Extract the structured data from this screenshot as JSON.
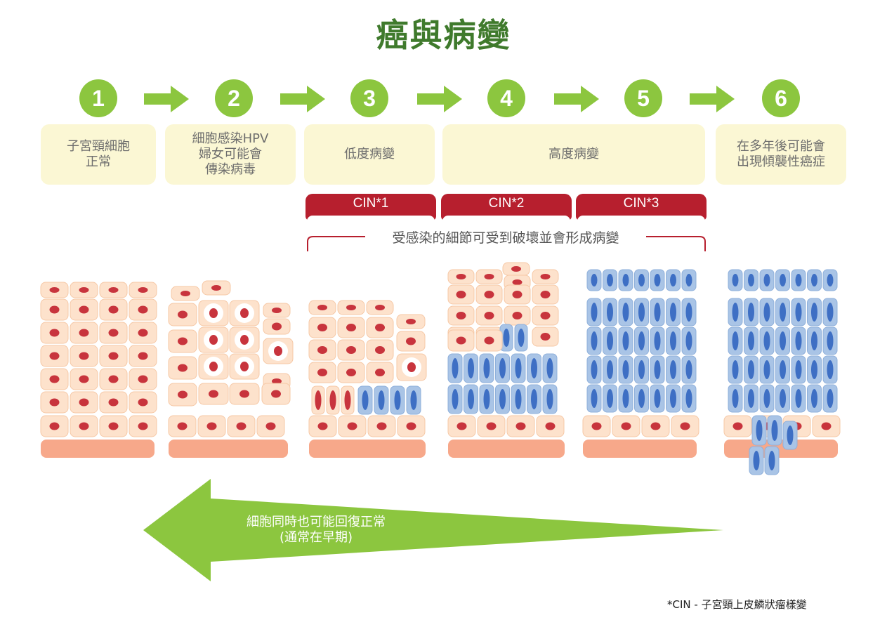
{
  "title": "癌與病變",
  "colors": {
    "green": "#8cc63f",
    "title_green": "#3f7a2c",
    "box_fill": "#fbf7d4",
    "cin_red": "#b71f2e",
    "cell_fill": "#fde2cc",
    "nucleus_red": "#c8343d",
    "blue_cell": "#a9c4e6",
    "blue_nucleus": "#3e6fc4",
    "basement": "#f7a88a"
  },
  "steps": [
    "1",
    "2",
    "3",
    "4",
    "5",
    "6"
  ],
  "stages": [
    "子宮頸細胞\n正常",
    "細胞感染HPV\n婦女可能會\n傳染病毒",
    "低度病變",
    "高度病變",
    "在多年後可能會\n出現傾襲性癌症"
  ],
  "cin_labels": [
    "CIN*1",
    "CIN*2",
    "CIN*3"
  ],
  "bracket_note": "受感染的細節可受到破壞並會形成病變",
  "return_arrow": {
    "line1": "細胞同時也可能回復正常",
    "line2": "(通常在早期)"
  },
  "footnote": "*CIN - 子宮頸上皮鱗狀瘤樣變",
  "icons": [
    "right-arrow-icon",
    "left-arrow-icon"
  ]
}
